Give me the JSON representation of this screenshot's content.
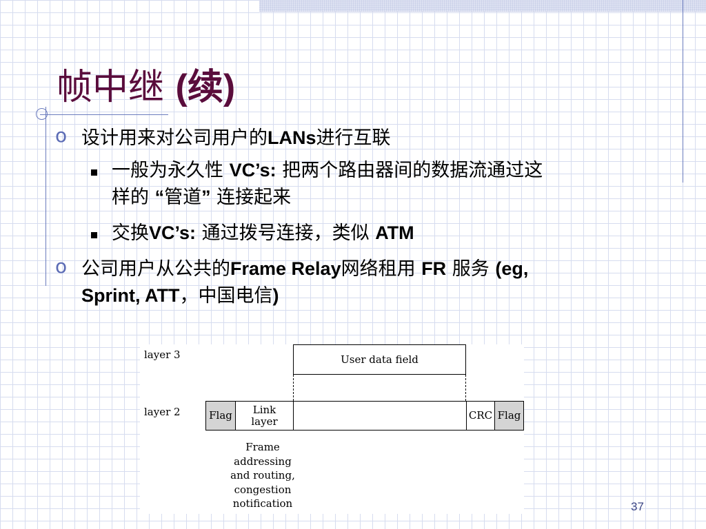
{
  "slide": {
    "title_main": "帧中继 ",
    "title_paren": "(续)",
    "page_number": "37"
  },
  "bullets": {
    "b1": "设计用来对公司用户的LANs进行互联",
    "b1_1_line1": "一般为永久性 VC’s: 把两个路由器间的数据流通过这",
    "b1_1_line2": "样的 “管道” 连接起来",
    "b1_2": "交换VC’s: 通过拨号连接，类似 ATM",
    "b2_line1": "公司用户从公共的Frame Relay网络租用 FR 服务 (eg,",
    "b2_line2": "Sprint, ATT，中国电信)"
  },
  "diagram": {
    "layer3_label": "layer 3",
    "layer2_label": "layer 2",
    "user_data_field": "User data field",
    "flag": "Flag",
    "link_layer": "Link layer",
    "crc": "CRC",
    "flag_end": "Flag",
    "note_lines": [
      "Frame",
      "addressing",
      "and routing,",
      "congestion",
      "notification"
    ]
  },
  "colors": {
    "title": "#5a0c3c",
    "bullet_level1": "#5b6bb5",
    "accent_line": "#6a7bbd",
    "grid": "#d6dcef"
  }
}
